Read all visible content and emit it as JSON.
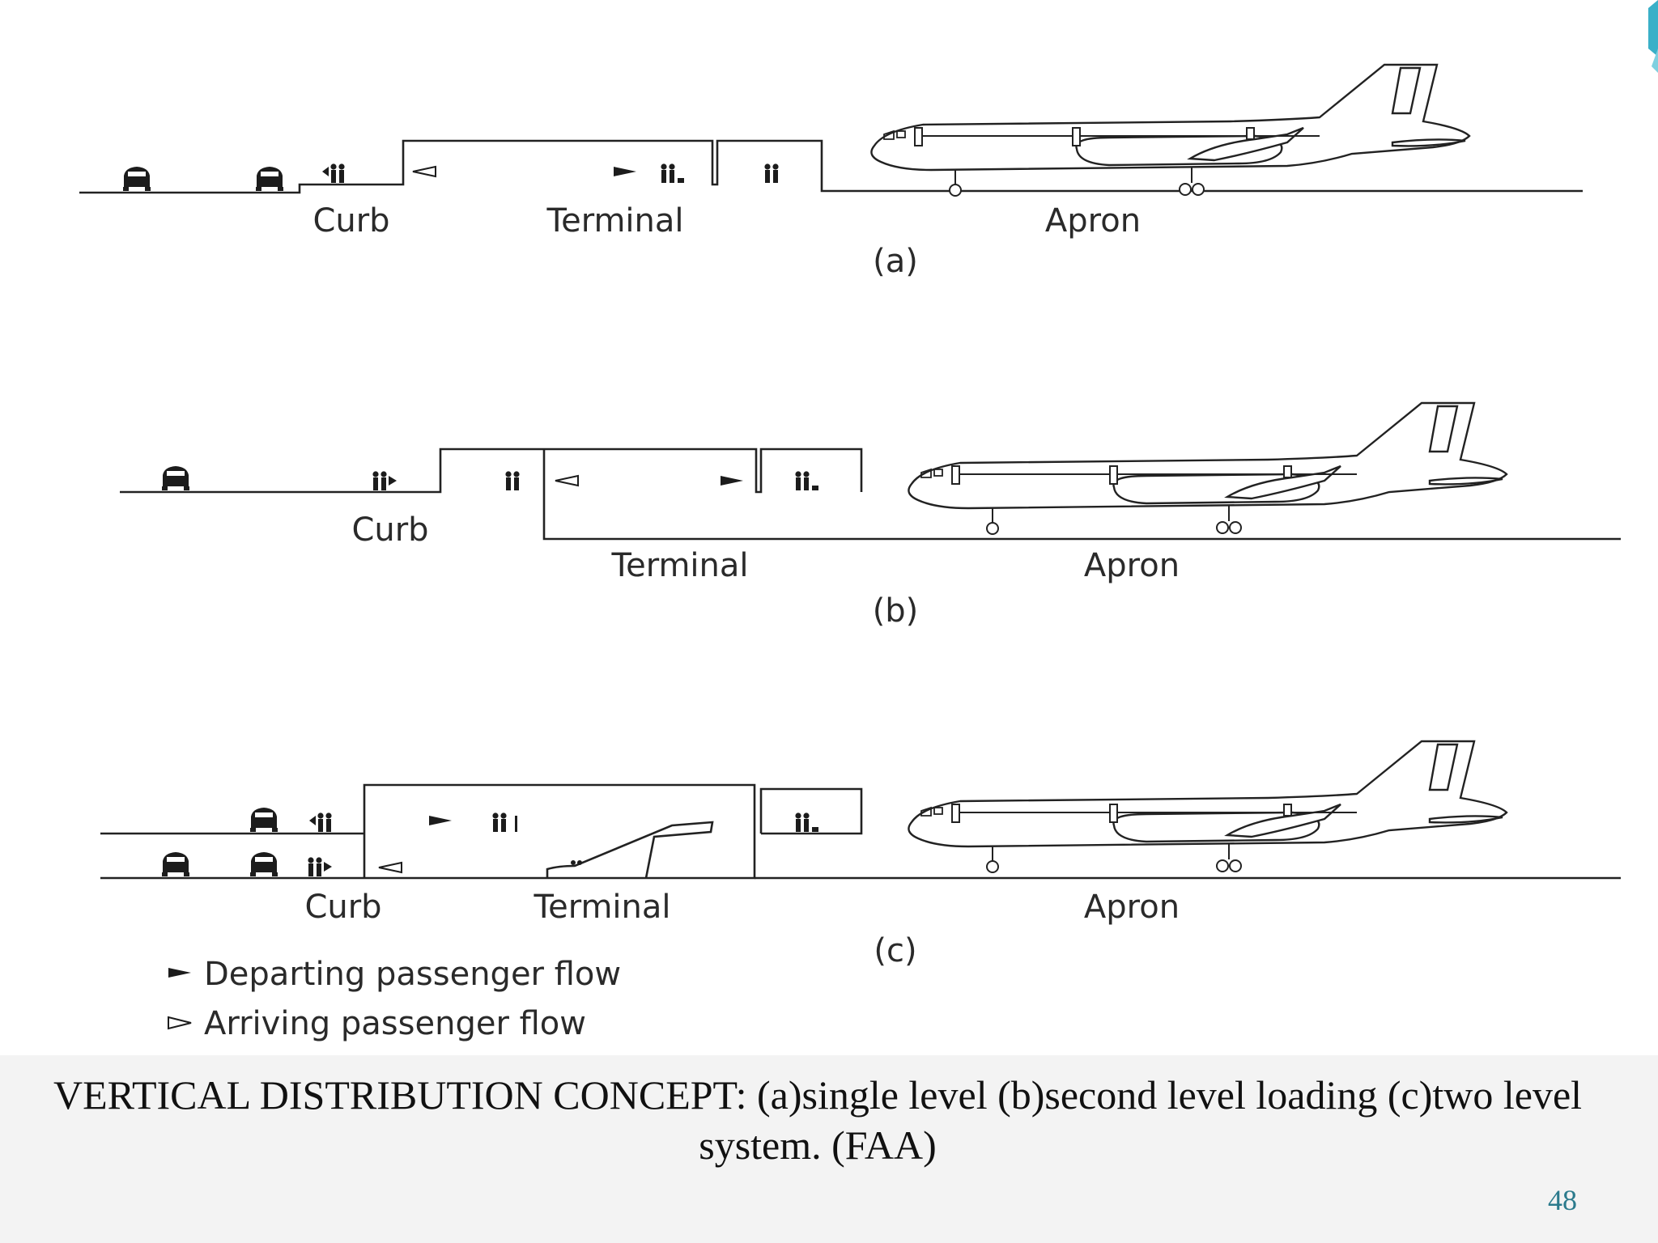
{
  "diagram": {
    "panels": [
      {
        "label": "(a)",
        "curb": "Curb",
        "terminal": "Terminal",
        "apron": "Apron"
      },
      {
        "label": "(b)",
        "curb": "Curb",
        "terminal": "Terminal",
        "apron": "Apron"
      },
      {
        "label": "(c)",
        "curb": "Curb",
        "terminal": "Terminal",
        "apron": "Apron"
      }
    ],
    "legend": [
      {
        "symbol": "filled-arrow-icon",
        "text": "Departing passenger flow"
      },
      {
        "symbol": "outline-arrow-icon",
        "text": "Arriving passenger flow"
      }
    ]
  },
  "caption": {
    "text": "VERTICAL DISTRIBUTION CONCEPT: (a)single level (b)second level loading (c)two level system.   (FAA)"
  },
  "page_number": "48",
  "colors": {
    "line": "#222222",
    "caption_band": "#f3f3f3",
    "page_number": "#2b7a8c",
    "accent": "#3ab0c8"
  }
}
